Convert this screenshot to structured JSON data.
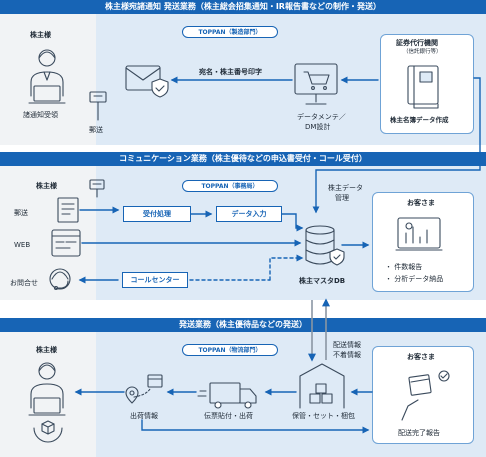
{
  "colors": {
    "brand": "#1764b5",
    "panel_left": "#f1f3f5",
    "panel_right": "#deeaf6",
    "icon_line": "#3a4a5c"
  },
  "section1": {
    "banner": "株主様宛諸通知 発送業務（株主総会招集通知・IR報告書などの制作・発送）",
    "tag": "TOPPAN（製造部門）",
    "shareholder_title": "株主様",
    "receive_label": "諸通知受領",
    "mail_label": "郵送",
    "print_label": "宛名・株主番号印字",
    "dm_label_1": "データメンテ／",
    "dm_label_2": "DM設計",
    "agent_title": "証券代行機関",
    "agent_sub": "（信託銀行等）",
    "registry_label": "株主名簿データ作成"
  },
  "section2": {
    "banner": "コミュニケーション業務（株主優待などの申込書受付・コール受付）",
    "tag": "TOPPAN（事務局）",
    "shareholder_title": "株主様",
    "mail_label": "郵送",
    "web_label": "WEB",
    "inquiry_label": "お問合せ",
    "process_label": "受付処理",
    "data_entry_label": "データ入力",
    "call_center_label": "コールセンター",
    "db_label": "株主マスタDB",
    "data_mgmt_1": "株主データ",
    "data_mgmt_2": "管理",
    "client_title": "お客さま",
    "client_items": [
      "・ 件数報告",
      "・ 分析データ納品"
    ]
  },
  "section3": {
    "banner": "発送業務（株主優待品などの発送）",
    "tag": "TOPPAN（物流部門）",
    "shareholder_title": "株主様",
    "ship_info_label": "出荷情報",
    "dispatch_label": "伝票貼付・出荷",
    "storage_label": "保管・セット・梱包",
    "delivery_info": "配送情報",
    "unfit_info": "不着情報",
    "client_title": "お客さま",
    "delivery_report": "配送完了報告"
  }
}
